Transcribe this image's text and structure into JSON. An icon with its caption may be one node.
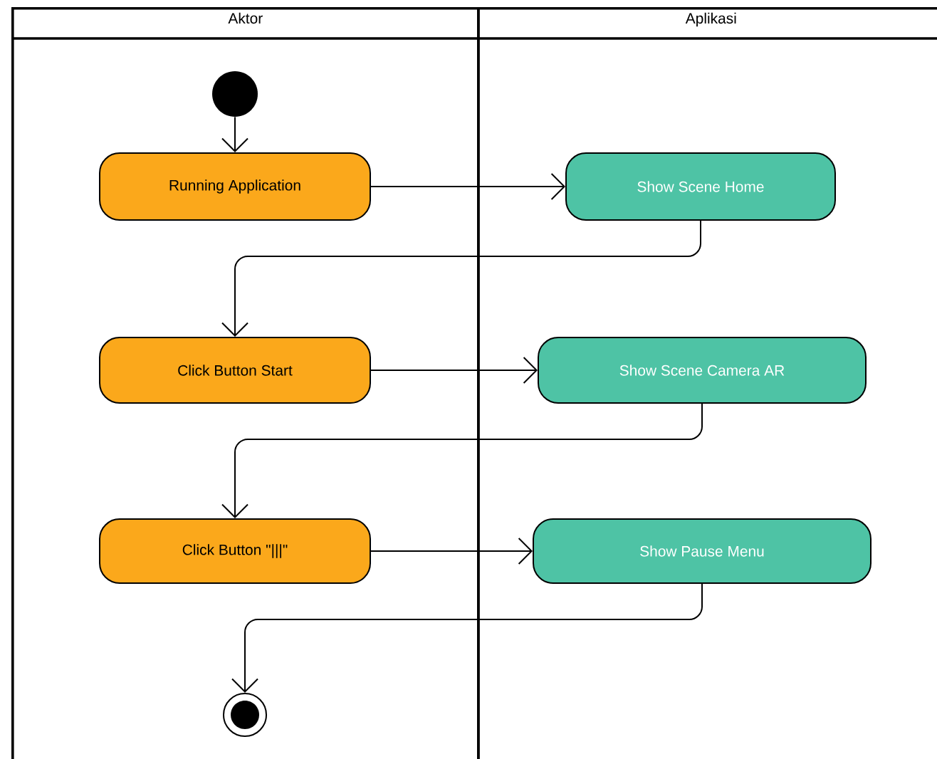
{
  "diagram": {
    "nodes": [
      {
        "text": [
          "Aktor"
        ]
      },
      {
        "text": [
          "Aplikasi"
        ]
      },
      {
        "text": [],
        "shape": "circle",
        "in": 0
      },
      {
        "text": [
          "Running Application"
        ],
        "in": 0
      },
      {
        "text": [
          "Show Scene Home"
        ],
        "in": 1
      },
      {
        "text": [
          "Click Button Start"
        ],
        "in": 0
      },
      {
        "text": [
          "Show Scene Camera AR"
        ],
        "in": 1
      },
      {
        "text": [
          "Click Button \"|||\""
        ],
        "in": 0
      },
      {
        "text": [
          "Show Pause Menu"
        ],
        "in": 1
      },
      {
        "text": [],
        "shape": "bullseye",
        "in": 0
      }
    ],
    "edges": [
      {
        "from": 2,
        "to": 3,
        "arrow": "to"
      },
      {
        "from": 3,
        "to": 4,
        "arrow": "to"
      },
      {
        "from": 4,
        "to": 5,
        "arrow": "to"
      },
      {
        "from": 5,
        "to": 6,
        "arrow": "to"
      },
      {
        "from": 6,
        "to": 7,
        "arrow": "to"
      },
      {
        "from": 7,
        "to": 8,
        "arrow": "to"
      },
      {
        "from": 8,
        "to": 9,
        "arrow": "to"
      }
    ]
  }
}
